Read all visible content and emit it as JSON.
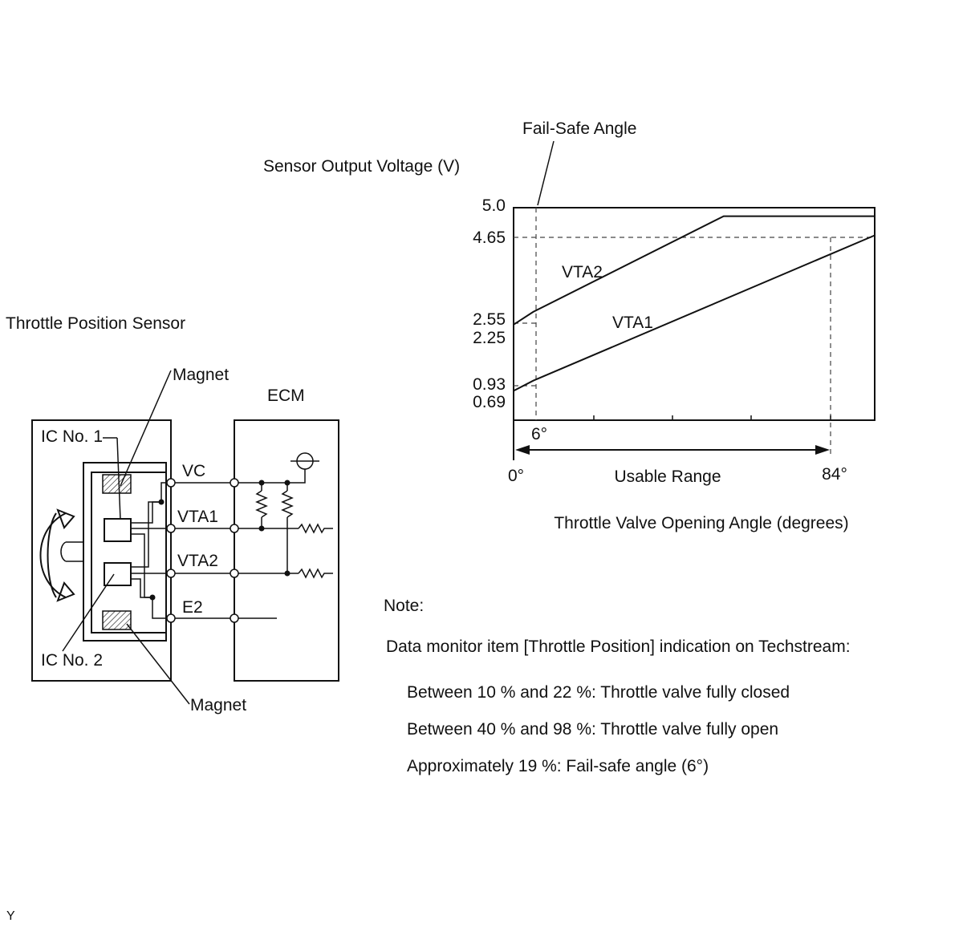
{
  "sensor": {
    "title": "Throttle Position Sensor",
    "magnet_top": "Magnet",
    "magnet_bottom": "Magnet",
    "ic1": "IC No. 1",
    "ic2": "IC No. 2"
  },
  "ecm": {
    "label": "ECM",
    "terminals": [
      "VC",
      "VTA1",
      "VTA2",
      "E2"
    ]
  },
  "chart_data": {
    "type": "line",
    "title": "",
    "ylabel": "Sensor Output Voltage (V)",
    "xlabel": "Throttle Valve Opening Angle (degrees)",
    "ylim": [
      0,
      5.0
    ],
    "xlim": [
      0,
      110
    ],
    "yticks": [
      "5.0",
      "4.65",
      "2.55",
      "2.25",
      "0.93",
      "0.69"
    ],
    "xticks": [
      "0°",
      "6°",
      "84°"
    ],
    "series": [
      {
        "name": "VTA2",
        "x": [
          0,
          6,
          64,
          110
        ],
        "y": [
          2.25,
          2.55,
          4.8,
          4.8
        ]
      },
      {
        "name": "VTA1",
        "x": [
          0,
          6,
          110
        ],
        "y": [
          0.69,
          0.93,
          4.35
        ]
      }
    ],
    "annotations": {
      "fail_safe": "Fail-Safe Angle",
      "usable_range": "Usable Range"
    },
    "grid": false
  },
  "note": {
    "heading": "Note:",
    "line1": "Data monitor item [Throttle Position] indication on Techstream:",
    "line2": "Between 10 % and 22 %: Throttle valve fully closed",
    "line3": "Between 40 % and 98 %: Throttle valve fully open",
    "line4": "Approximately 19 %: Fail-safe angle (6°)"
  },
  "footer": {
    "code": "Y"
  }
}
